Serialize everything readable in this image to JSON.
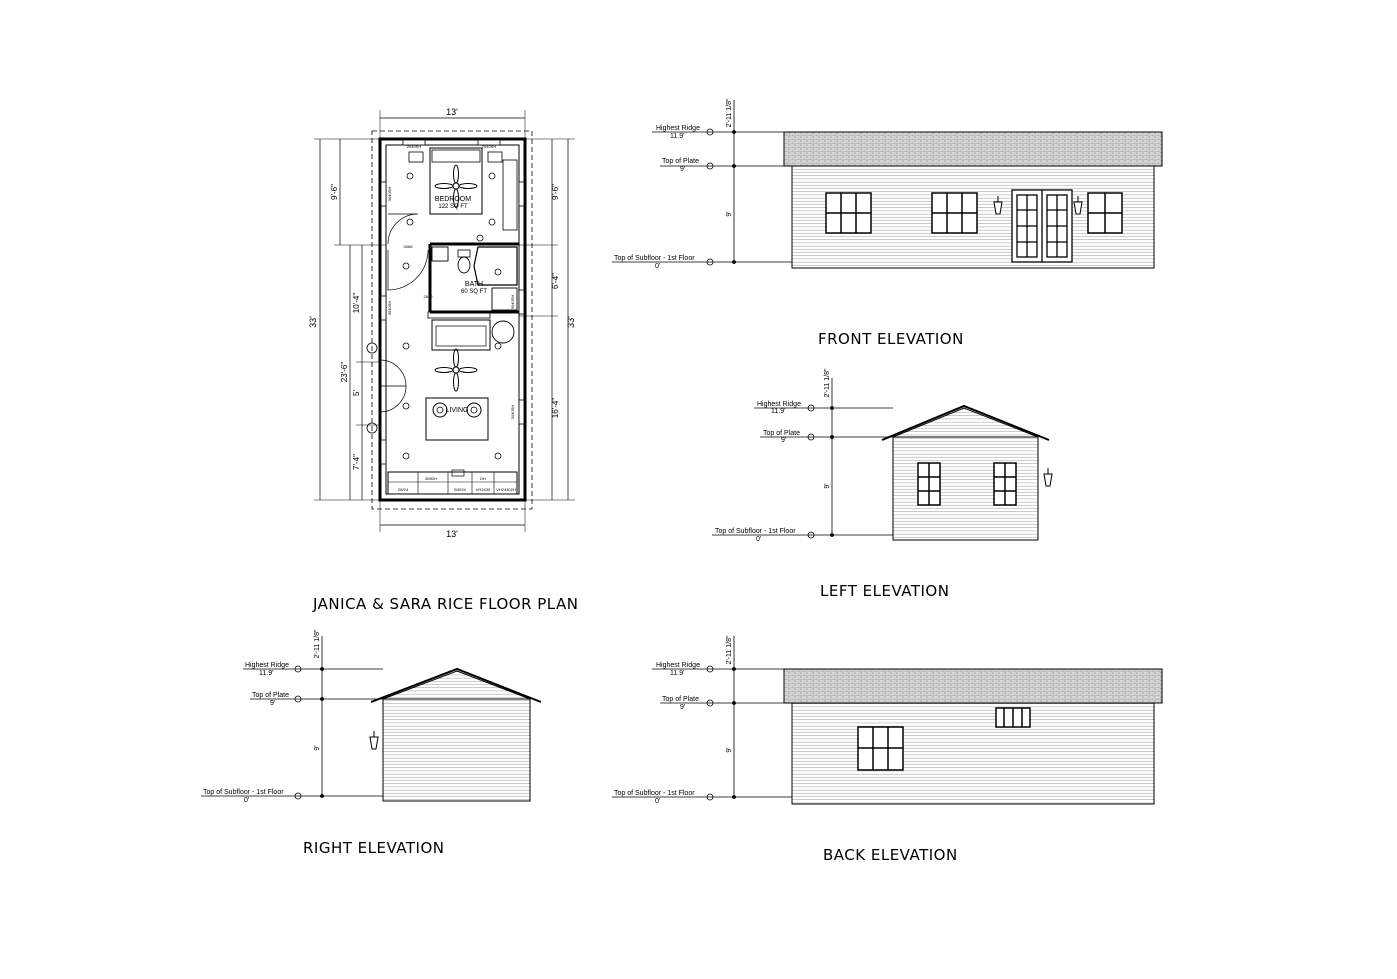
{
  "titles": {
    "floor_plan": "JANICA & SARA RICE FLOOR PLAN",
    "front": "FRONT ELEVATION",
    "left": "LEFT ELEVATION",
    "right": "RIGHT ELEVATION",
    "back": "BACK ELEVATION"
  },
  "plan": {
    "overall_width": "13'",
    "overall_depth": "33'",
    "left_dims": [
      "9'-6\"",
      "23'-6\"",
      "10'-4\"",
      "5'",
      "7'-4\""
    ],
    "right_dims": [
      "9'-6\"",
      "6'-4\"",
      "16'-4\""
    ],
    "bedroom": {
      "name": "BEDROOM",
      "area": "122 SQ FT"
    },
    "bath": {
      "name": "BATH",
      "area": "60 SQ FT"
    },
    "living": {
      "name": "LIVING"
    },
    "window_tags": [
      "2040SH",
      "2040SH",
      "3040SH",
      "3068",
      "2840",
      "3040SH",
      "3040SH",
      "3040SH"
    ],
    "cabinet_tags": [
      "30B2H",
      "DH",
      "2W24",
      "B3024",
      "VH2430",
      "VH24302H"
    ]
  },
  "levels": {
    "ridge": "Highest Ridge",
    "ridge_value": "11.9'",
    "plate": "Top of Plate",
    "plate_value": "9'",
    "subfloor": "Top of Subfloor - 1st Floor",
    "subfloor_value": "0'",
    "heel": "2'-11 1/8\"",
    "wall": "9'"
  }
}
